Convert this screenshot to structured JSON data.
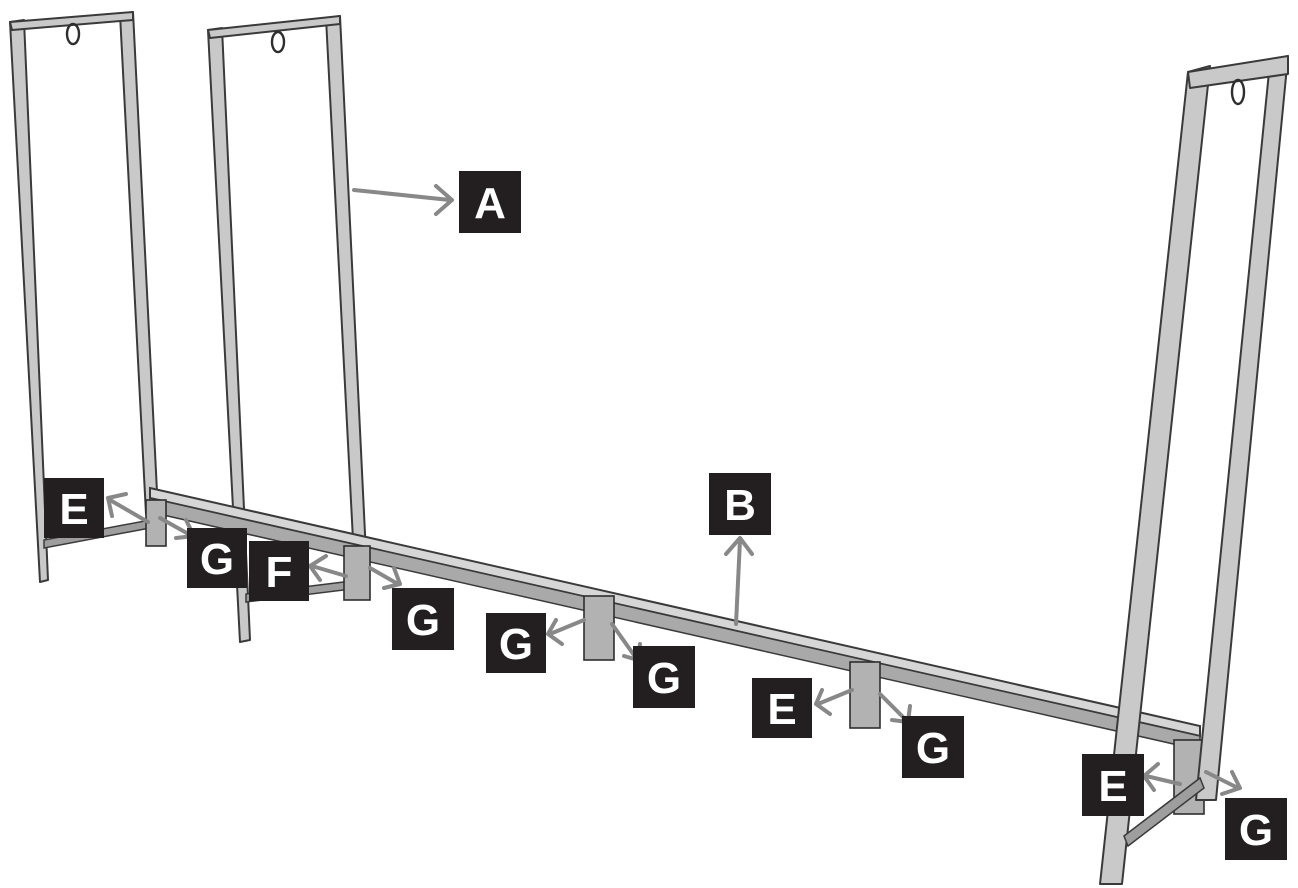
{
  "labels": [
    {
      "id": "A",
      "text": "A"
    },
    {
      "id": "B",
      "text": "B"
    },
    {
      "id": "E1",
      "text": "E"
    },
    {
      "id": "G1",
      "text": "G"
    },
    {
      "id": "F",
      "text": "F"
    },
    {
      "id": "G2",
      "text": "G"
    },
    {
      "id": "G3",
      "text": "G"
    },
    {
      "id": "G4",
      "text": "G"
    },
    {
      "id": "E2",
      "text": "E"
    },
    {
      "id": "G5",
      "text": "G"
    },
    {
      "id": "E3",
      "text": "E"
    },
    {
      "id": "G6",
      "text": "G"
    }
  ]
}
